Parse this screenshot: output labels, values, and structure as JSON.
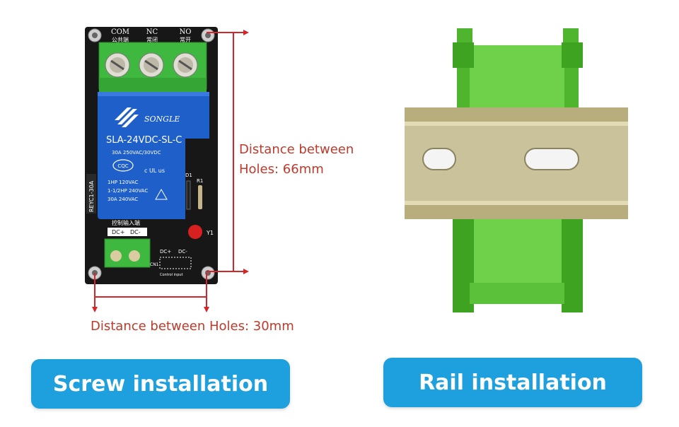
{
  "relay": {
    "terminal_labels": [
      "COM",
      "NC",
      "NO"
    ],
    "terminal_labels_cn": [
      "公共端",
      "常闭",
      "常开"
    ],
    "brand": "SONGLE",
    "model": "SLA-24VDC-SL-C",
    "spec_line": "30A 250VAC/30VDC",
    "cert": "CQC",
    "cert_ul": "c UL us",
    "rating_lines": [
      "1HP 120VAC",
      "1-1/2HP 240VAC",
      "30A 240VAC"
    ],
    "board_label": "REYC1-30A",
    "d1": "D1",
    "r1": "R1",
    "y1": "Y1",
    "cn1": "CN1",
    "control_cn": [
      "控制输入端"
    ],
    "dc_plus": "DC+",
    "dc_minus": "DC-",
    "control_input": "Control input"
  },
  "annotations": {
    "vertical_distance_line1": "Distance between",
    "vertical_distance_line2": "Holes: 66mm",
    "horizontal_distance": "Distance between Holes: 30mm"
  },
  "buttons": {
    "screw": "Screw installation",
    "rail": "Rail installation"
  },
  "colors": {
    "pcb": "#1a1a1a",
    "terminal_green": "#3fb83f",
    "relay_blue": "#1f5fc9",
    "arrow_red": "#d4262a",
    "rail_green": "#5cc13a",
    "rail_metal": "#c9c29a",
    "button_blue": "#1fa0de"
  }
}
